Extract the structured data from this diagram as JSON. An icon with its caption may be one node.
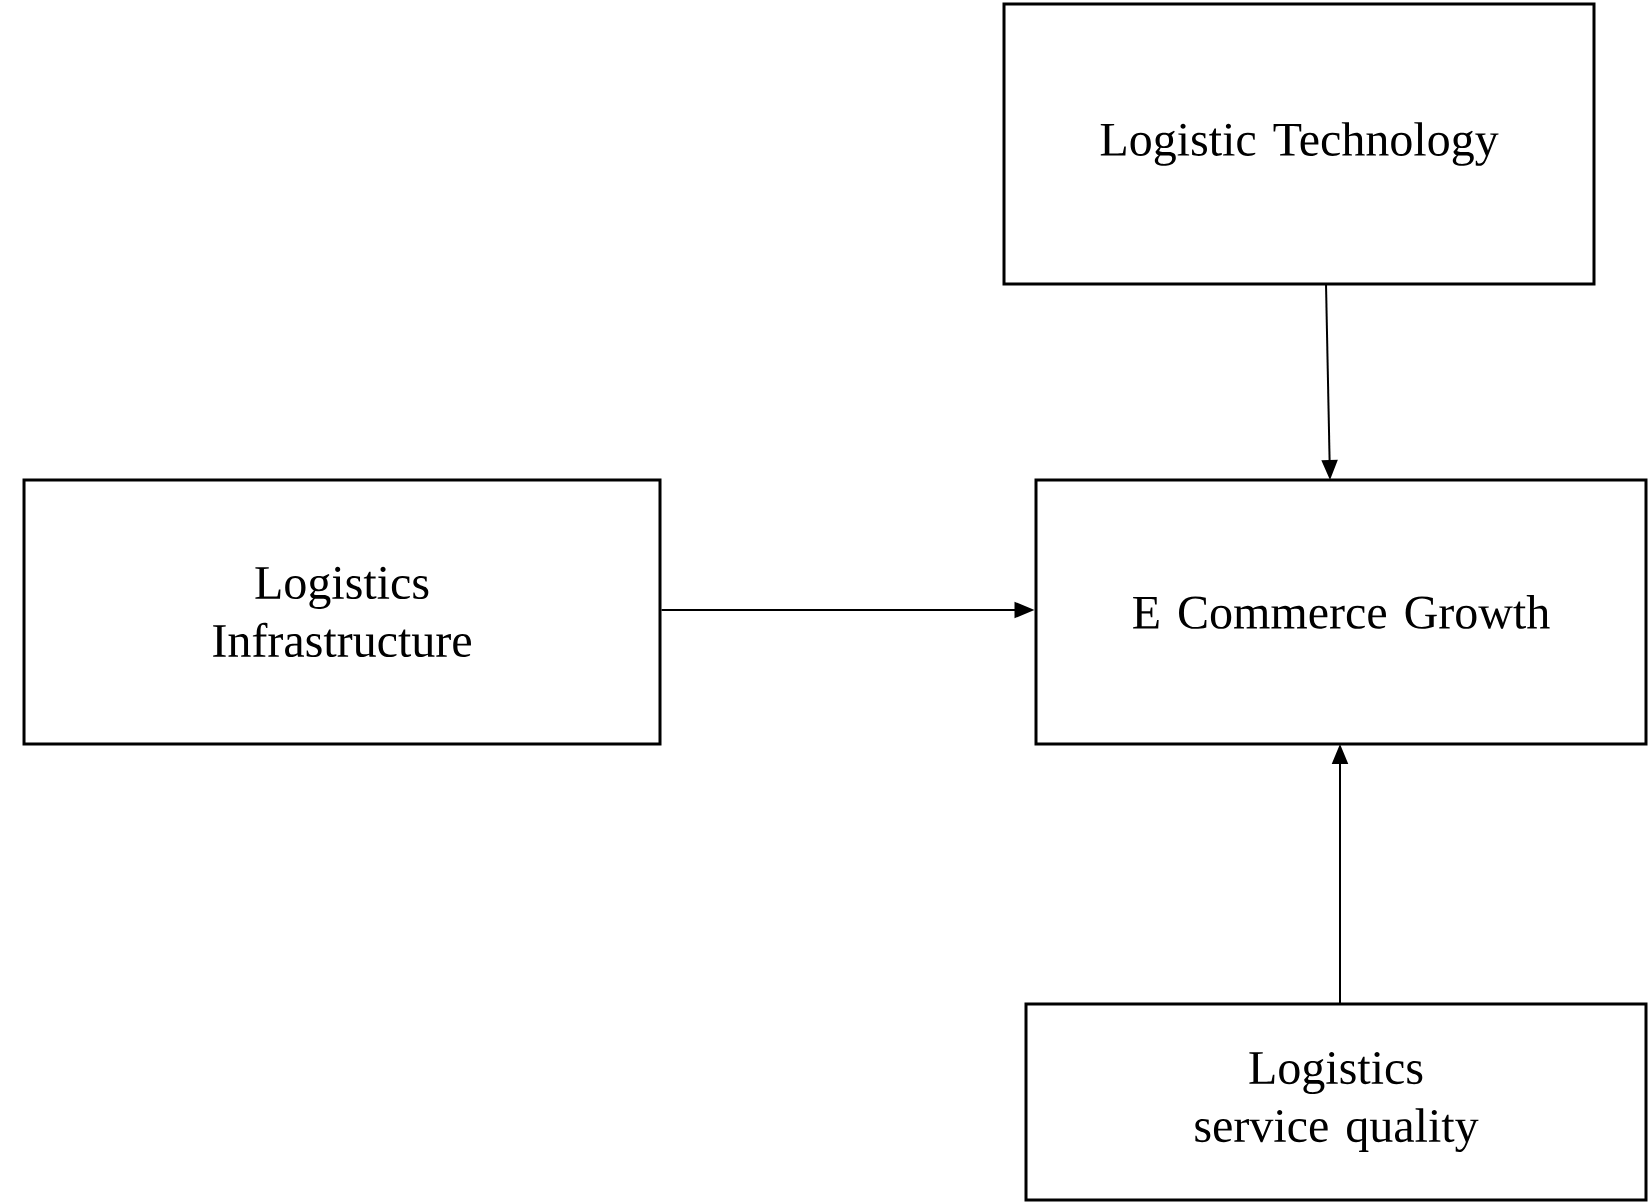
{
  "diagram": {
    "nodes": [
      {
        "text": [
          "Logistic Technology"
        ]
      },
      {
        "text": [
          "Logistics Infrastructure"
        ]
      },
      {
        "text": [
          "E Commerce Growth"
        ]
      },
      {
        "text": [
          "Logistics service quality"
        ]
      }
    ],
    "edges": [
      {
        "from": 0,
        "to": 2,
        "arrow": "to"
      },
      {
        "from": 1,
        "to": 2,
        "arrow": "to"
      },
      {
        "from": 3,
        "to": 2,
        "arrow": "to"
      }
    ]
  }
}
